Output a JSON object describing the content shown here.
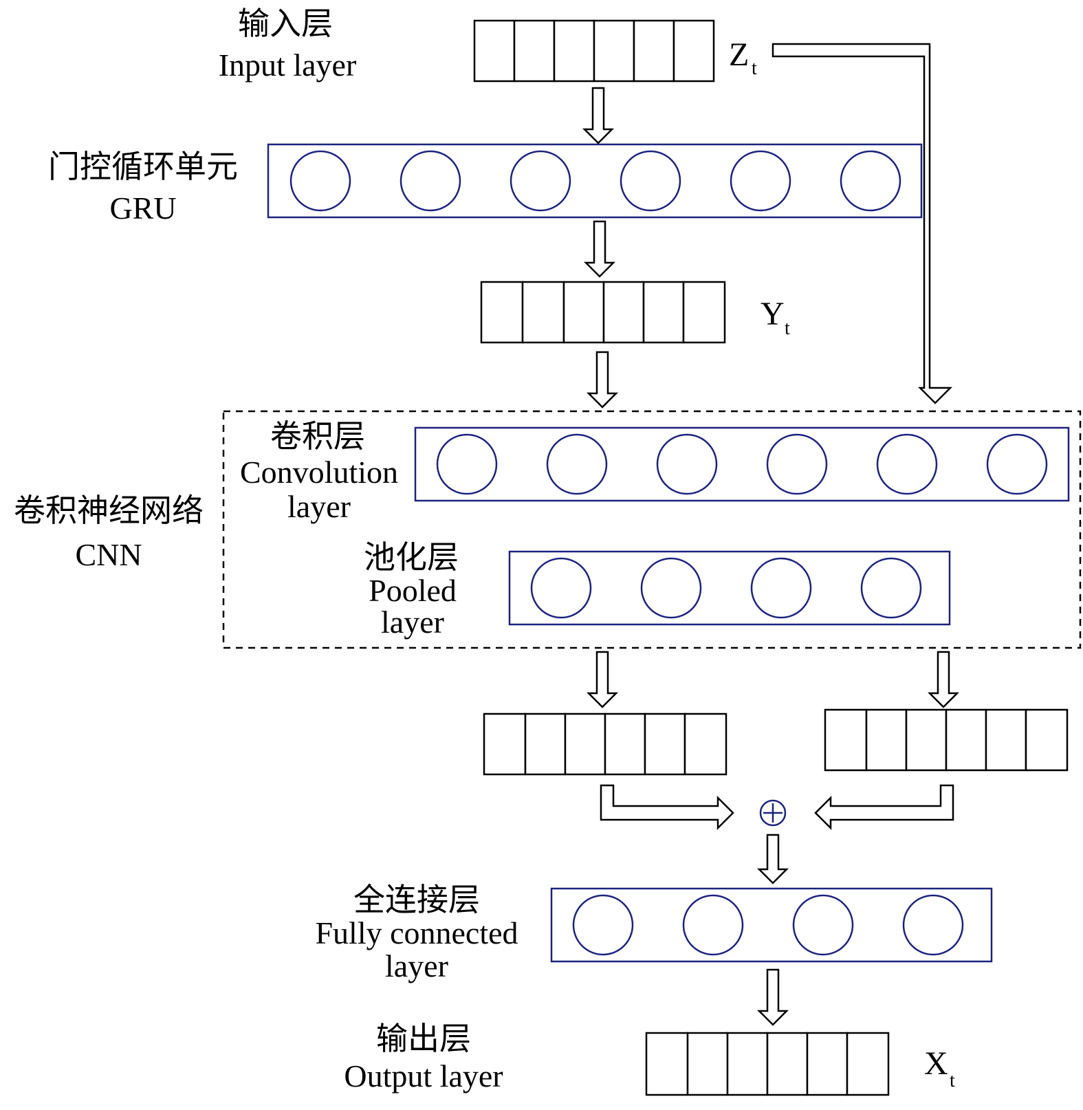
{
  "labels": {
    "input_cn": "输入层",
    "input_en": "Input layer",
    "gru_cn": "门控循环单元",
    "gru_en": "GRU",
    "cnn_cn": "卷积神经网络",
    "cnn_en": "CNN",
    "conv_cn": "卷积层",
    "conv_en_1": "Convolution",
    "conv_en_2": "layer",
    "pool_cn": "池化层",
    "pool_en_1": "Pooled",
    "pool_en_2": "layer",
    "fc_cn": "全连接层",
    "fc_en_1": "Fully connected",
    "fc_en_2": "layer",
    "output_cn": "输出层",
    "output_en": "Output layer"
  },
  "vectors": {
    "z": {
      "main": "Z",
      "sub": "t"
    },
    "y": {
      "main": "Y",
      "sub": "t"
    },
    "x": {
      "main": "X",
      "sub": "t"
    }
  },
  "operator": {
    "symbol": "⊕"
  },
  "colors": {
    "layer_border": "#1a237e",
    "ink": "#000000"
  }
}
